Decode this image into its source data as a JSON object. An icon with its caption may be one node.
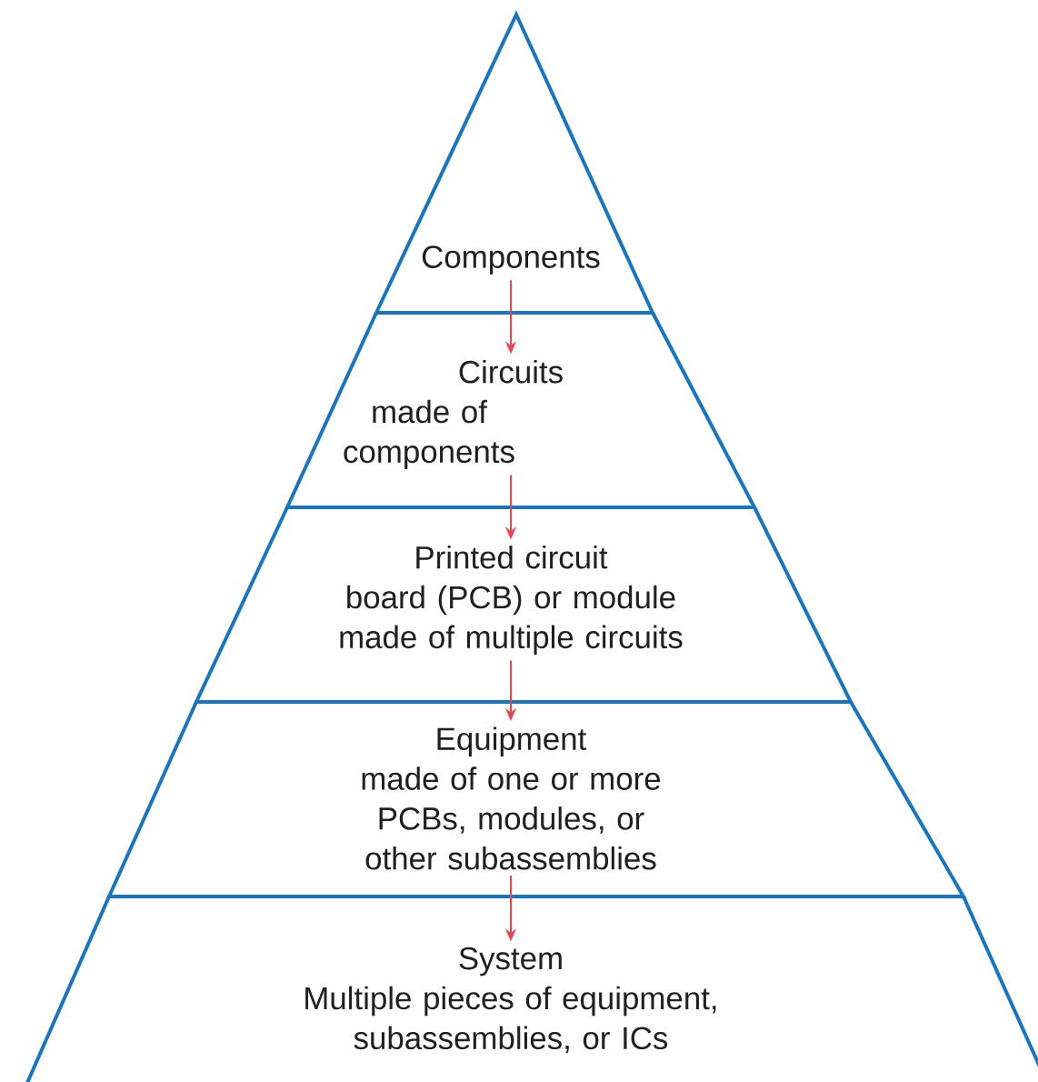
{
  "diagram": {
    "nodes": [
      {
        "text": [
          "Components"
        ]
      },
      {
        "text": [
          "Circuits",
          "made of components"
        ]
      },
      {
        "text": [
          "Printed circuit board (PCB) or module made of multiple circuits"
        ]
      },
      {
        "text": [
          "Equipment",
          "made of one or more PCBs, modules, or other subassemblies"
        ]
      },
      {
        "text": [
          "System",
          "Multiple pieces of equipment, subassemblies, or ICs"
        ]
      }
    ],
    "edges": [
      {
        "from": 0,
        "to": 1,
        "arrow": "to"
      },
      {
        "from": 1,
        "to": 2,
        "arrow": "to"
      },
      {
        "from": 2,
        "to": 3,
        "arrow": "to"
      },
      {
        "from": 3,
        "to": 4,
        "arrow": "to"
      }
    ]
  }
}
